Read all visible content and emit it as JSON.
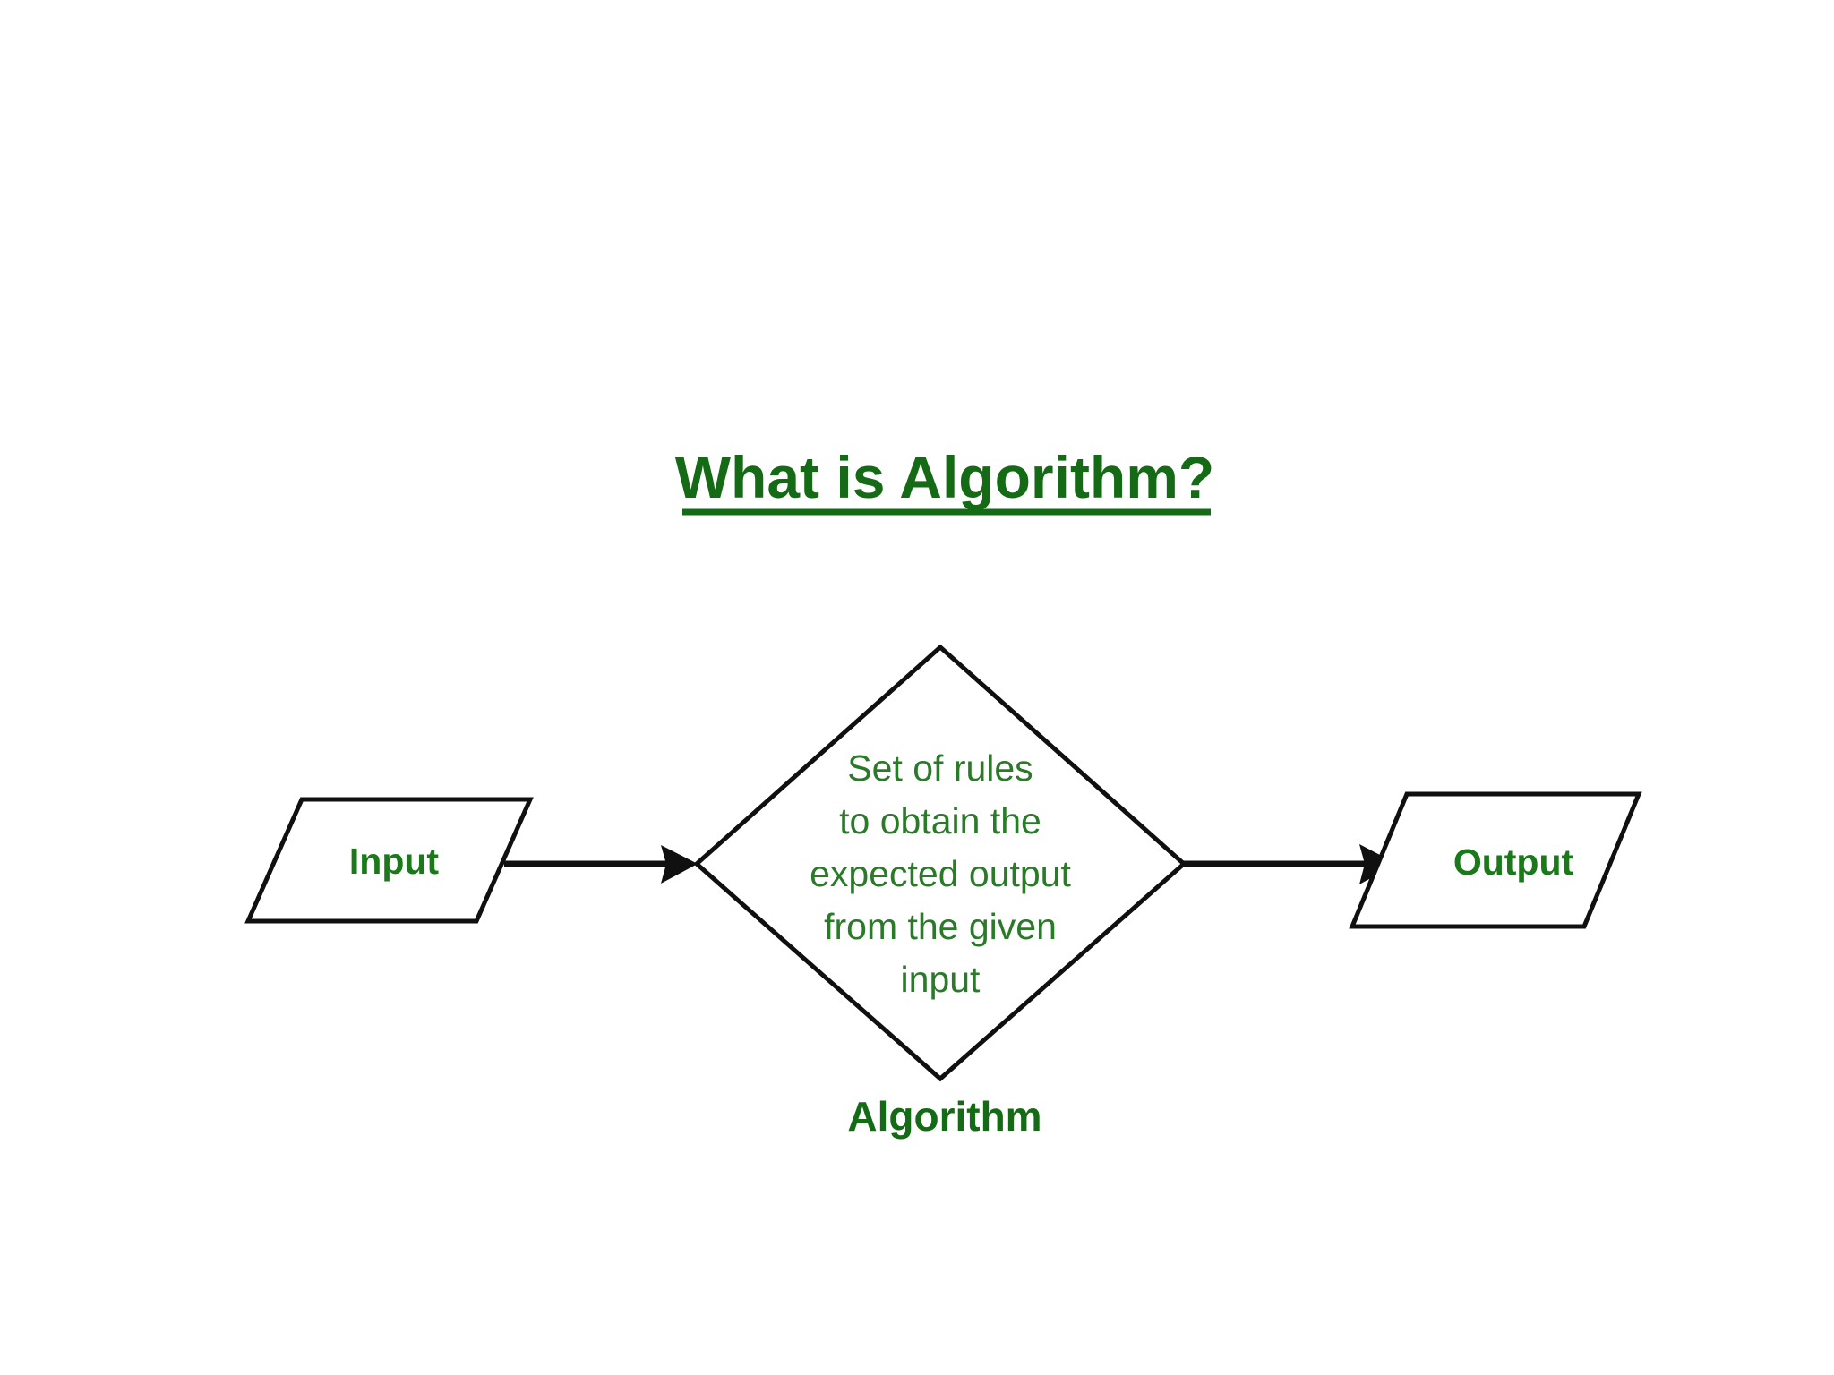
{
  "slide": {
    "background_color": "#ffffff",
    "title": {
      "text": "What is Algorithm?",
      "color": "#156b15",
      "underlined": true,
      "bold": true
    }
  },
  "colors": {
    "green_text": "#156b15",
    "green_body": "#2a7a2a",
    "outline_black": "#101010",
    "canvas_white": "#ffffff"
  },
  "diagram": {
    "type": "flowchart",
    "orientation": "left-to-right",
    "nodes": [
      {
        "id": "input",
        "label": "Input",
        "shape": "parallelogram",
        "caption": "",
        "fill": "#ffffff",
        "border": "#101010",
        "text_color": "#1a7a1a"
      },
      {
        "id": "algorithm",
        "label": "",
        "shape": "diamond",
        "caption": "Algorithm",
        "body_lines": [
          "Set of rules",
          "to obtain the",
          "expected output",
          "from the given",
          "input"
        ],
        "body_text": "Set of rules to obtain the expected output from the given input",
        "fill": "#ffffff",
        "border": "#101010",
        "text_color": "#2a7a2a"
      },
      {
        "id": "output",
        "label": "Output",
        "shape": "parallelogram",
        "caption": "",
        "fill": "#ffffff",
        "border": "#101010",
        "text_color": "#1a7a1a"
      }
    ],
    "edges": [
      {
        "id": "edge-input-algorithm",
        "from": "input",
        "to": "algorithm",
        "label": "",
        "arrow": "single"
      },
      {
        "id": "edge-algorithm-output",
        "from": "algorithm",
        "to": "output",
        "label": "",
        "arrow": "single"
      }
    ]
  }
}
